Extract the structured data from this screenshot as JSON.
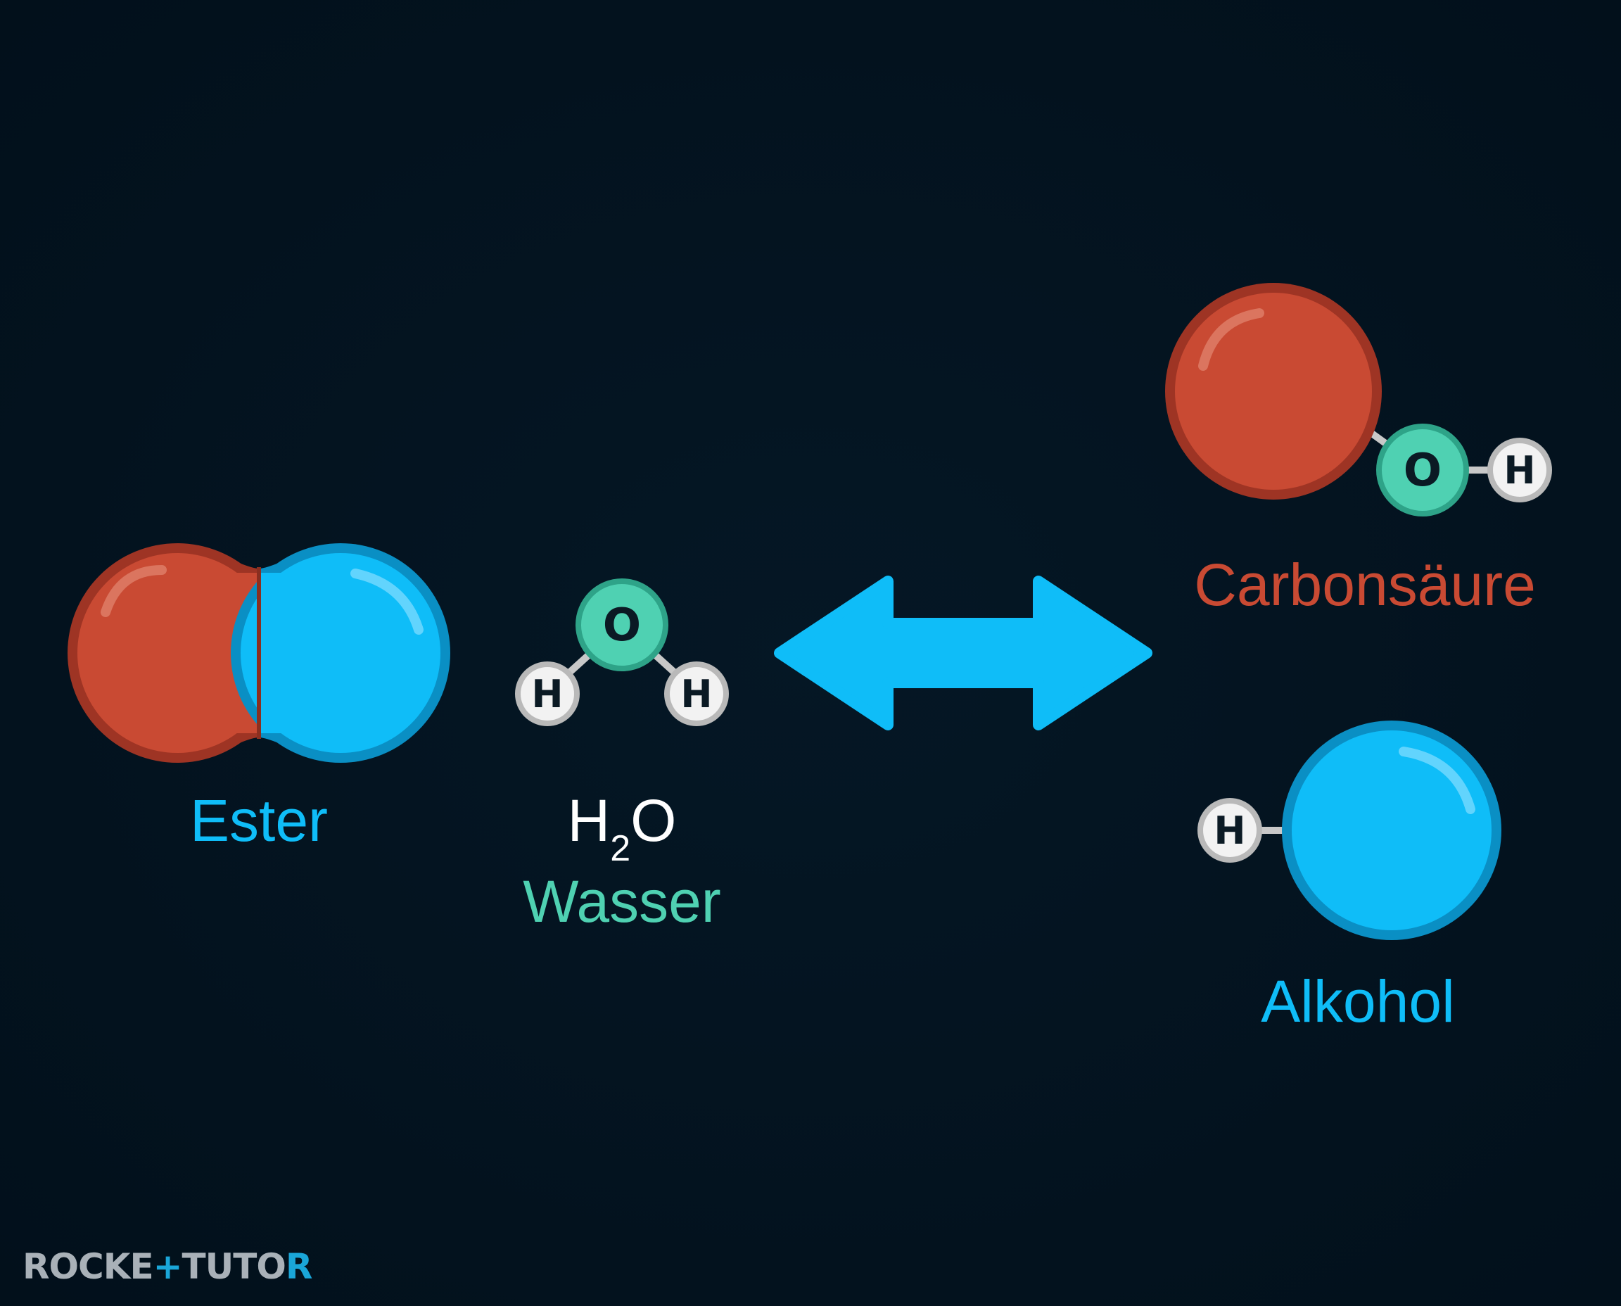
{
  "colors": {
    "background": "#02101b",
    "red": "#c94a33",
    "red_dark": "#9e3424",
    "blue": "#0fbdf8",
    "blue_dark": "#0a8fc4",
    "teal": "#4fd1b2",
    "teal_dark": "#2ea388",
    "hydrogen": "#f2f2f2",
    "hydrogen_ring": "#b9b9b9",
    "white_text": "#ffffff",
    "logo_gray": "#a9b1b8",
    "logo_accent": "#1aa6d8"
  },
  "reactants": {
    "ester": {
      "label": "Ester"
    },
    "water": {
      "formula_h": "H",
      "formula_sub": "2",
      "formula_o": "O",
      "label": "Wasser",
      "atoms": {
        "oxygen": "O",
        "hydrogen_left": "H",
        "hydrogen_right": "H"
      }
    }
  },
  "reaction_arrow": {
    "type": "equilibrium-double-arrow",
    "color": "#0fbdf8"
  },
  "products": {
    "carboxylic_acid": {
      "label": "Carbonsäure",
      "atoms": {
        "oxygen": "O",
        "hydrogen": "H"
      }
    },
    "alcohol": {
      "label": "Alkohol",
      "atoms": {
        "hydrogen": "H"
      }
    }
  },
  "branding": {
    "logo_part1": "ROCKE",
    "logo_plus": "+",
    "logo_part2": "TUTO",
    "logo_end": "R"
  }
}
